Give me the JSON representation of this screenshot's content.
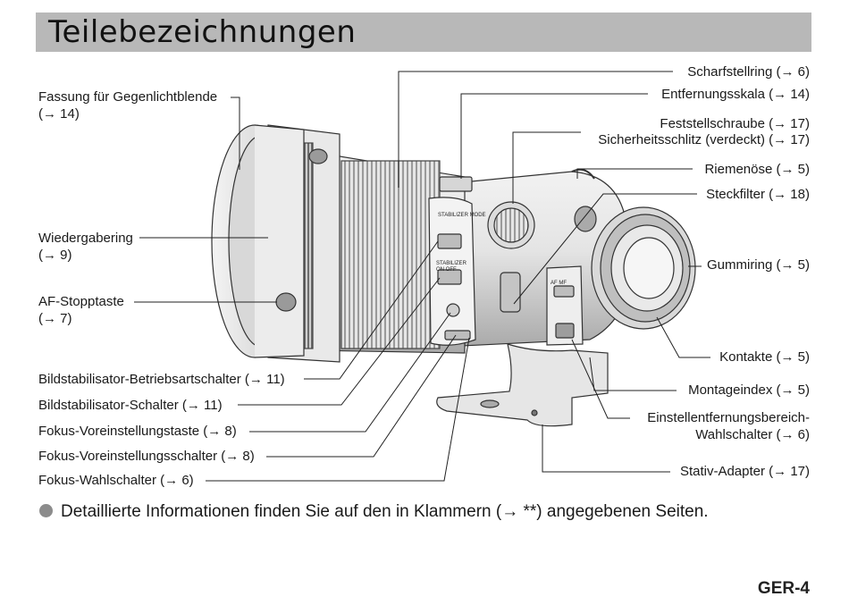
{
  "title": "Teilebezeichnungen",
  "labels": {
    "hood_mount": {
      "line1": "Fassung für Gegenlichtblende",
      "line2": "(→ 14)"
    },
    "playback_ring": {
      "line1": "Wiedergabering",
      "line2": "(→ 9)"
    },
    "af_stop": {
      "line1": "AF-Stopptaste",
      "line2": "(→ 7)"
    },
    "stabilizer_mode": "Bildstabilisator-Betriebsartschalter (→ 11)",
    "stabilizer_switch": "Bildstabilisator-Schalter (→ 11)",
    "focus_preset_button": "Fokus-Voreinstellungstaste (→ 8)",
    "focus_preset_switch": "Fokus-Voreinstellungsschalter (→ 8)",
    "focus_mode_switch": "Fokus-Wahlschalter (→ 6)",
    "focus_ring": "Scharfstellring (→ 6)",
    "distance_scale": "Entfernungsskala (→ 14)",
    "lock_screw": "Feststellschraube (→ 17)",
    "security_slot": "Sicherheitsschlitz (verdeckt) (→ 17)",
    "strap_eyelet": "Riemenöse (→ 5)",
    "drop_in_filter": "Steckfilter (→ 18)",
    "rubber_ring": "Gummiring (→ 5)",
    "contacts": "Kontakte (→ 5)",
    "mount_index": "Montageindex (→ 5)",
    "range_limiter": {
      "line1": "Einstellentfernungsbereich-",
      "line2": "Wahlschalter (→ 6)"
    },
    "tripod_adapter": "Stativ-Adapter (→ 17)"
  },
  "lens_markings": {
    "stabilizer_mode": "STABILIZER MODE",
    "stabilizer": "STABILIZER",
    "on_off": "ON  OFF",
    "af_mf": "AF  MF"
  },
  "note": "Detaillierte Informationen finden Sie auf den in Klammern (→ **) angegebenen Seiten.",
  "page_number": "GER-4"
}
